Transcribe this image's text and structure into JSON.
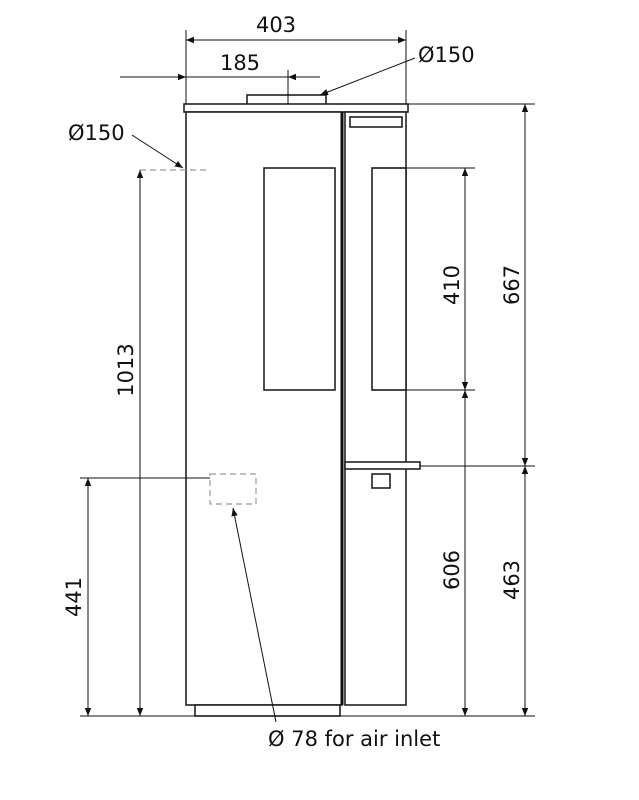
{
  "dimensions": {
    "overall_width": "403",
    "flue_offset": "185",
    "top_flue_diameter": "Ø150",
    "rear_flue_diameter": "Ø150",
    "rear_flue_height": "1013",
    "air_inlet_height": "441",
    "window_height": "410",
    "door_bottom_height": "606",
    "upper_height": "667",
    "lower_height": "463",
    "air_inlet_note": "Ø 78 for air inlet"
  }
}
